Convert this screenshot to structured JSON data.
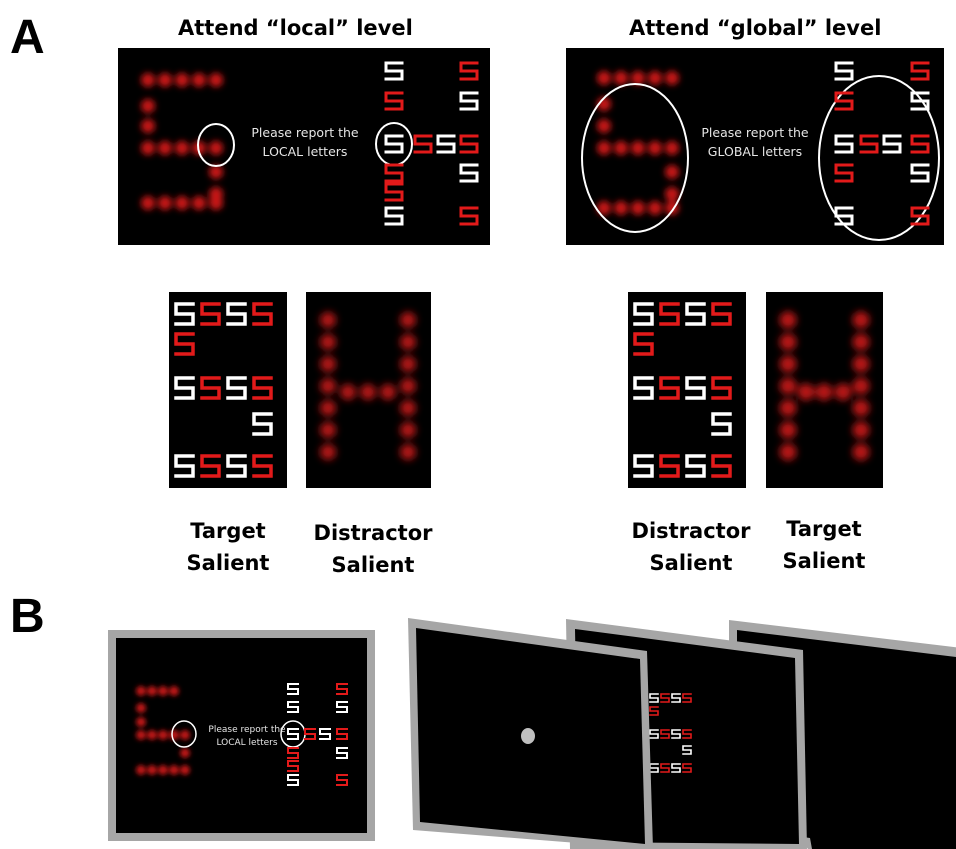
{
  "panels": {
    "a": "A",
    "b": "B"
  },
  "section_a": {
    "local_heading": "Attend “local” level",
    "global_heading": "Attend “global” level",
    "local_instruction_line1": "Please report the",
    "local_instruction_line2": "LOCAL letters",
    "global_instruction_line1": "Please report the",
    "global_instruction_line2": "GLOBAL letters",
    "conditions": [
      {
        "line1": "Target",
        "line2": "Salient"
      },
      {
        "line1": "Distractor",
        "line2": "Salient"
      },
      {
        "line1": "Distractor",
        "line2": "Salient"
      },
      {
        "line1": "Target",
        "line2": "Salient"
      }
    ]
  },
  "section_b": {
    "instruction_line1": "Please report the",
    "instruction_line2": "LOCAL letters"
  },
  "stimulus": {
    "local_letter": "S",
    "global_letter_blur": "S",
    "global_letter_h": "H"
  },
  "colors": {
    "red": "#e21a1a",
    "white": "#ffffff",
    "screen": "#000000",
    "frame_gray": "#a6a6a6",
    "fixation": "#bfbfbf"
  }
}
